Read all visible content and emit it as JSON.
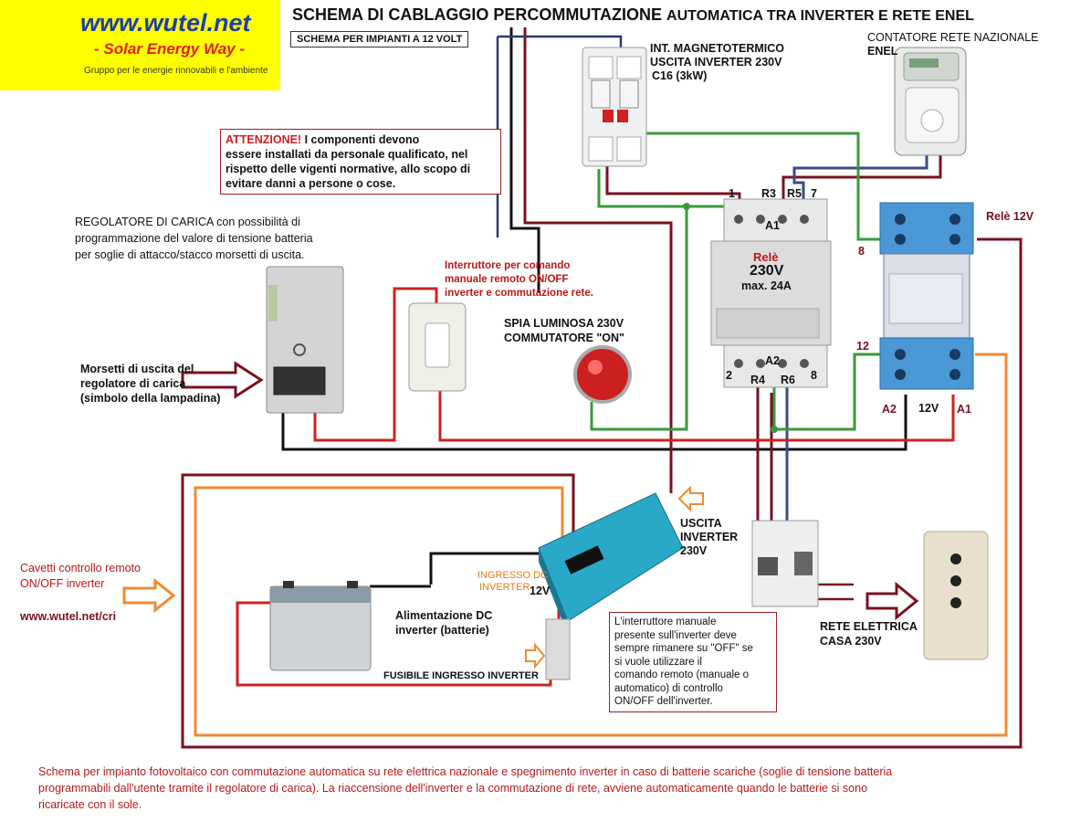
{
  "logo": {
    "url": "www.wutel.net",
    "tagline": "- Solar Energy Way -",
    "group": "Gruppo per le energie rinnovabili e l'ambiente"
  },
  "title": {
    "part1": "SCHEMA DI CABLAGGIO PERCOMMUTAZIONE",
    "part2": "AUTOMATICA TRA INVERTER E RETE ENEL"
  },
  "subtitle": "SCHEMA PER IMPIANTI A 12 VOLT",
  "breaker": {
    "line1": "INT. MAGNETOTERMICO",
    "line2": "USCITA INVERTER 230V",
    "line3": "C16 (3kW)"
  },
  "meter": {
    "line1": "CONTATORE RETE NAZIONALE",
    "line2": "ENEL"
  },
  "warning": {
    "head": "ATTENZIONE!",
    "text1": " I componenti devono",
    "text2": "essere installati da personale qualificato, nel",
    "text3": "rispetto delle vigenti normative, allo scopo di",
    "text4": "evitare danni a persone o cose."
  },
  "regulator": {
    "line1": "REGOLATORE DI CARICA con possibilità di",
    "line2": "programmazione del valore di tensione batteria",
    "line3": "per soglie di attacco/stacco morsetti di uscita."
  },
  "terminals": {
    "line1": "Morsetti di uscita del",
    "line2": "regolatore di carica",
    "line3": "(simbolo della lampadina)"
  },
  "switch": {
    "line1": "Interruttore per comando",
    "line2": "manuale remoto ON/OFF",
    "line3": "inverter e commutazione rete."
  },
  "lamp": {
    "line1": "SPIA  LUMINOSA 230V",
    "line2": "COMMUTATORE \"ON\""
  },
  "contactor": {
    "name": "Relè",
    "voltage": "230V",
    "max": "max. 24A",
    "terms_top": [
      "1",
      "R3",
      "R5",
      "7"
    ],
    "coil_top": "A1",
    "coil_bottom": "A2",
    "terms_bottom": [
      "2",
      "R4",
      "R6",
      "8"
    ]
  },
  "relay12": {
    "title": "Relè 12V",
    "t8": "8",
    "t12": "12",
    "a2": "A2",
    "v": "12V",
    "a1": "A1"
  },
  "inverter": {
    "out_line1": "USCITA",
    "out_line2": "INVERTER",
    "out_line3": "230V",
    "dc_line1": "INGRESSO DC",
    "dc_line2": "INVERTER",
    "dc_v": "12V"
  },
  "remote": {
    "line1": "Cavetti controllo remoto",
    "line2": "ON/OFF inverter",
    "link": "www.wutel.net/cri"
  },
  "battery": {
    "line1": "Alimentazione DC",
    "line2": "inverter (batterie)"
  },
  "fuse": "FUSIBILE INGRESSO INVERTER",
  "note": {
    "l1": "L'interruttore manuale",
    "l2": "presente sull'inverter deve",
    "l3": "sempre rimanere su \"OFF\" se",
    "l4": "si vuole utilizzare il",
    "l5": "comando remoto (manuale o",
    "l6": "automatico) di controllo",
    "l7": "ON/OFF dell'inverter."
  },
  "house": {
    "line1": "RETE ELETTRICA",
    "line2": "CASA 230V"
  },
  "footer": {
    "line1": "Schema per impianto fotovoltaico con commutazione automatica su rete elettrica nazionale e spegnimento inverter in caso di batterie scariche (soglie di tensione batteria",
    "line2": "programmabili dall'utente tramite il regolatore di carica). La riaccensione dell'inverter e la commutazione di rete, avviene automaticamente quando le batterie si sono",
    "line3": "ricaricate con il sole."
  },
  "colors": {
    "logo_bg": "#ffff00",
    "wire_black": "#111111",
    "wire_green": "#3a9a3a",
    "wire_maroon": "#7a1020",
    "wire_red": "#d02020",
    "wire_blue": "#3a4a8a",
    "wire_orange": "#f08a30"
  }
}
